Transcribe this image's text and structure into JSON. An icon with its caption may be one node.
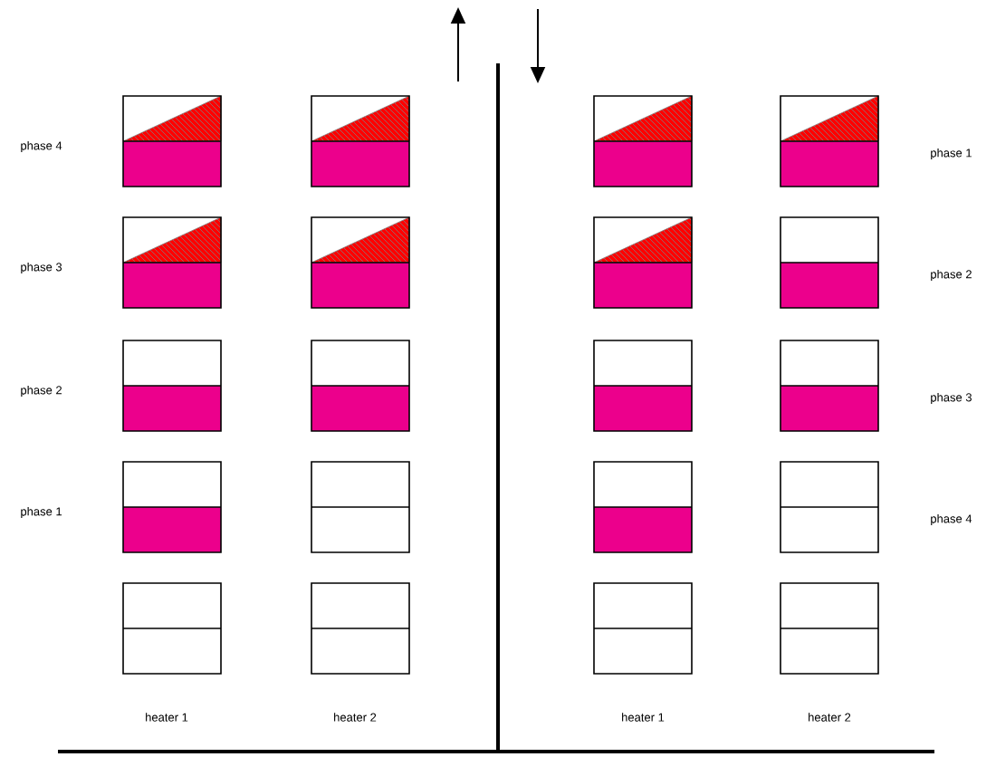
{
  "diagram": {
    "nodes": [
      {
        "text": [],
        "shape": "box"
      },
      {
        "text": [],
        "shape": "box"
      },
      {
        "text": [],
        "shape": "box"
      },
      {
        "text": [],
        "shape": "box"
      },
      {
        "text": [],
        "shape": "box"
      },
      {
        "text": [],
        "shape": "box"
      },
      {
        "text": [],
        "shape": "box"
      },
      {
        "text": [],
        "shape": "box"
      },
      {
        "text": [],
        "shape": "box"
      },
      {
        "text": [],
        "shape": "box"
      },
      {
        "text": [],
        "shape": "box"
      },
      {
        "text": [],
        "shape": "box"
      },
      {
        "text": [],
        "shape": "box"
      },
      {
        "text": [],
        "shape": "box"
      },
      {
        "text": [],
        "shape": "box"
      },
      {
        "text": [],
        "shape": "box"
      },
      {
        "text": [],
        "shape": "box"
      },
      {
        "text": [],
        "shape": "box"
      },
      {
        "text": [],
        "shape": "box"
      },
      {
        "text": [],
        "shape": "box"
      }
    ],
    "labels": [
      "phase 4",
      "phase 1",
      "phase 3",
      "phase 2",
      "phase 2",
      "phase 3",
      "phase 1",
      "phase 4",
      "heater 1",
      "heater 2",
      "heater 1",
      "heater 2"
    ]
  }
}
